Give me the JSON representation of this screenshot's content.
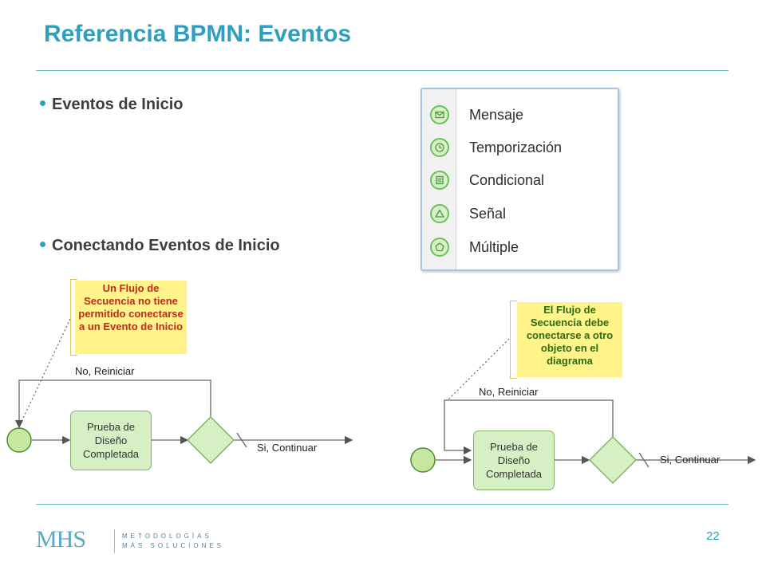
{
  "slide": {
    "title": "Referencia BPMN: Eventos",
    "page_number": "22"
  },
  "bullets": [
    "Eventos de Inicio",
    "Conectando Eventos de Inicio"
  ],
  "menu": {
    "items": [
      {
        "label": "Mensaje",
        "icon": "envelope-icon"
      },
      {
        "label": "Temporización",
        "icon": "clock-icon"
      },
      {
        "label": "Condicional",
        "icon": "document-lines-icon"
      },
      {
        "label": "Señal",
        "icon": "triangle-icon"
      },
      {
        "label": "Múltiple",
        "icon": "pentagon-icon"
      }
    ]
  },
  "diagram_left": {
    "note": "Un Flujo de Secuencia no tiene permitido conectarse a un Evento de Inicio",
    "loop_label": "No, Reiniciar",
    "task": "Prueba de Diseño Completada",
    "continue_label": "Si, Continuar"
  },
  "diagram_right": {
    "note": "El Flujo de Secuencia debe conectarse a otro objeto en el diagrama",
    "loop_label": "No, Reiniciar",
    "task": "Prueba de Diseño Completada",
    "continue_label": "Si, Continuar"
  },
  "footer": {
    "logo_text": "MHS",
    "tagline_1": "METODOLOGÍAS",
    "tagline_2": "MÁS SOLUCIONES"
  },
  "colors": {
    "accent": "#2f9fc0",
    "task_fill": "#d6efc4",
    "note_fill": "#fff38a",
    "note_red": "#c0291d",
    "note_green": "#2e6b12"
  }
}
